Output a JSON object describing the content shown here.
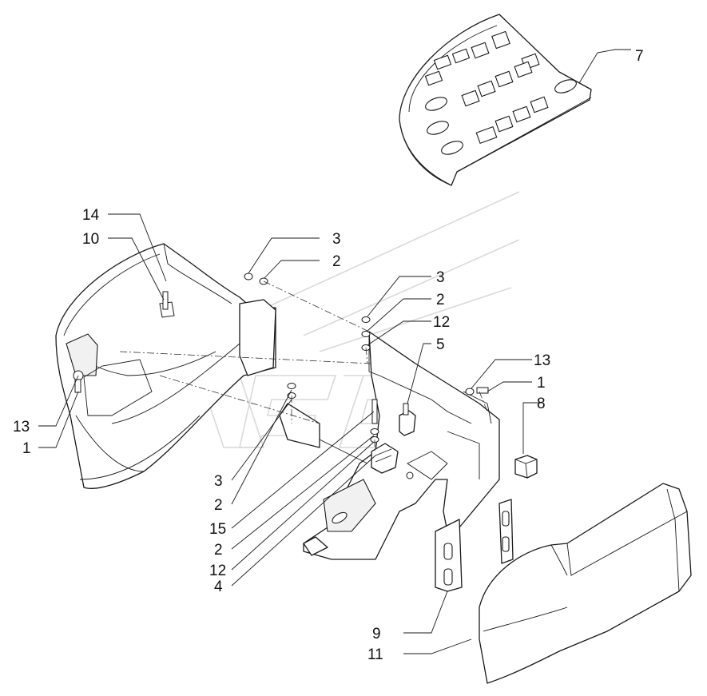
{
  "callouts": [
    {
      "id": "c7",
      "label": "7"
    },
    {
      "id": "c14",
      "label": "14"
    },
    {
      "id": "c10",
      "label": "10"
    },
    {
      "id": "c3a",
      "label": "3"
    },
    {
      "id": "c2a",
      "label": "2"
    },
    {
      "id": "c3b",
      "label": "3"
    },
    {
      "id": "c2b",
      "label": "2"
    },
    {
      "id": "c12a",
      "label": "12"
    },
    {
      "id": "c5",
      "label": "5"
    },
    {
      "id": "c13a",
      "label": "13"
    },
    {
      "id": "c1a",
      "label": "1"
    },
    {
      "id": "c8",
      "label": "8"
    },
    {
      "id": "c13b",
      "label": "13"
    },
    {
      "id": "c1b",
      "label": "1"
    },
    {
      "id": "c3c",
      "label": "3"
    },
    {
      "id": "c2c",
      "label": "2"
    },
    {
      "id": "c15",
      "label": "15"
    },
    {
      "id": "c2d",
      "label": "2"
    },
    {
      "id": "c12b",
      "label": "12"
    },
    {
      "id": "c4",
      "label": "4"
    },
    {
      "id": "c9",
      "label": "9"
    },
    {
      "id": "c11",
      "label": "11"
    }
  ]
}
